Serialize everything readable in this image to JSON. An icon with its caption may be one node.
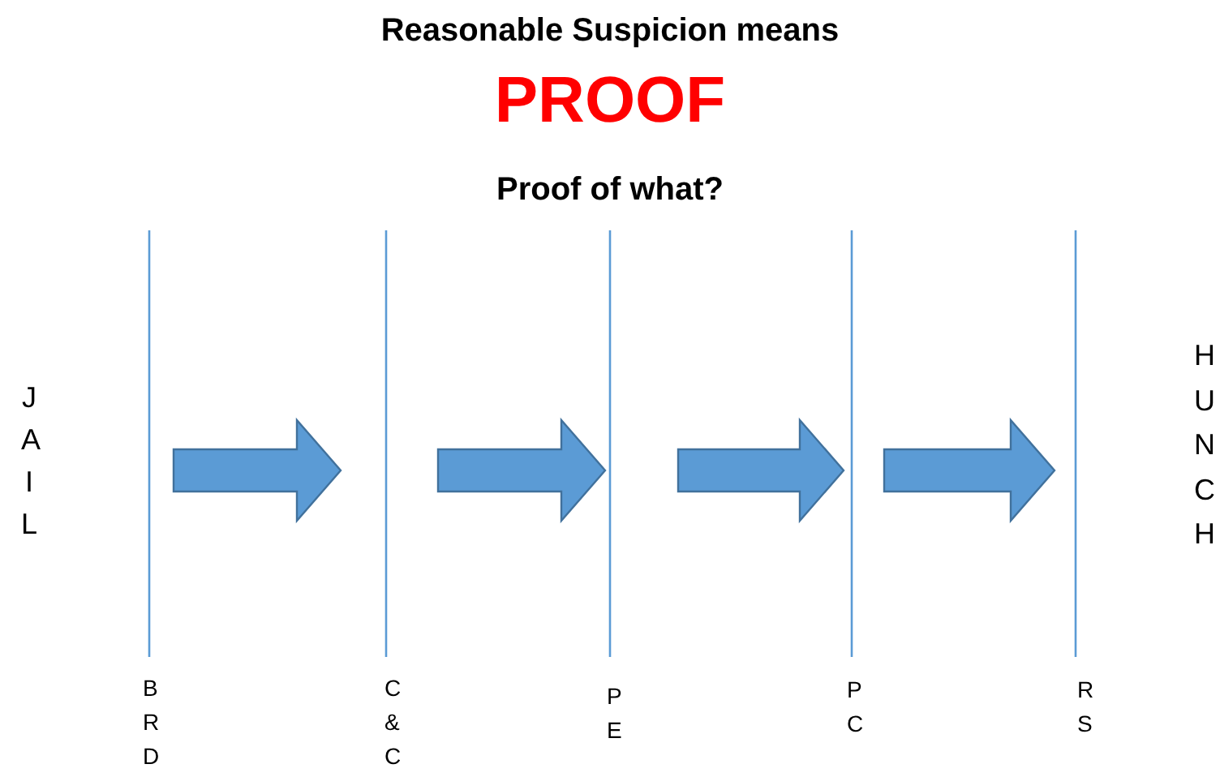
{
  "diagram": {
    "title": "Reasonable Suspicion means",
    "labels": [
      "PROOF",
      "Proof of what?",
      "JAIL",
      "HUNCH",
      "BRD",
      "C&C",
      "PE",
      "PC",
      "RS"
    ]
  }
}
